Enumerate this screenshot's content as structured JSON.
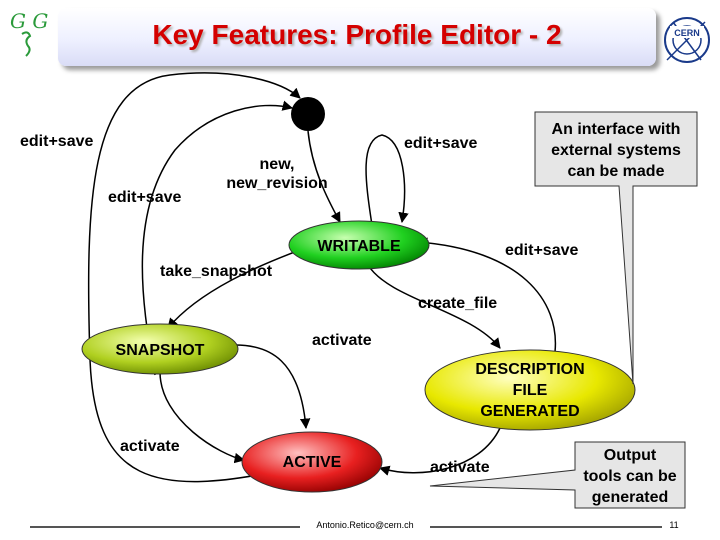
{
  "slide": {
    "title": "Key Features: Profile Editor - 2",
    "author_email": "Antonio.Retico@cern.ch",
    "page_number": "11"
  },
  "logos": {
    "left_text": "G G",
    "right_text": "CERN"
  },
  "states": {
    "writable": "WRITABLE",
    "snapshot": "SNAPSHOT",
    "description_file": [
      "DESCRIPTION",
      "FILE",
      "GENERATED"
    ],
    "active": "ACTIVE"
  },
  "transitions": {
    "edit_save_left": "edit+save",
    "edit_save_inner": "edit+save",
    "edit_save_top": "edit+save",
    "edit_save_right": "edit+save",
    "new_revision": [
      "new,",
      "new_revision"
    ],
    "take_snapshot": "take_snapshot",
    "create_file": "create_file",
    "activate_top": "activate",
    "activate_left": "activate",
    "activate_bottom": "activate"
  },
  "callouts": {
    "interface": [
      "An interface with",
      "external systems",
      "can be made"
    ],
    "output": [
      "Output",
      "tools can be",
      "generated"
    ]
  },
  "colors": {
    "title": "#d40000",
    "writable_fill": "#00c000",
    "snapshot_fill": "#a8c820",
    "description_fill": "#e0e000",
    "active_fill": "#e02020",
    "callout_fill": "#e6e6e6",
    "start_node": "#000000"
  }
}
